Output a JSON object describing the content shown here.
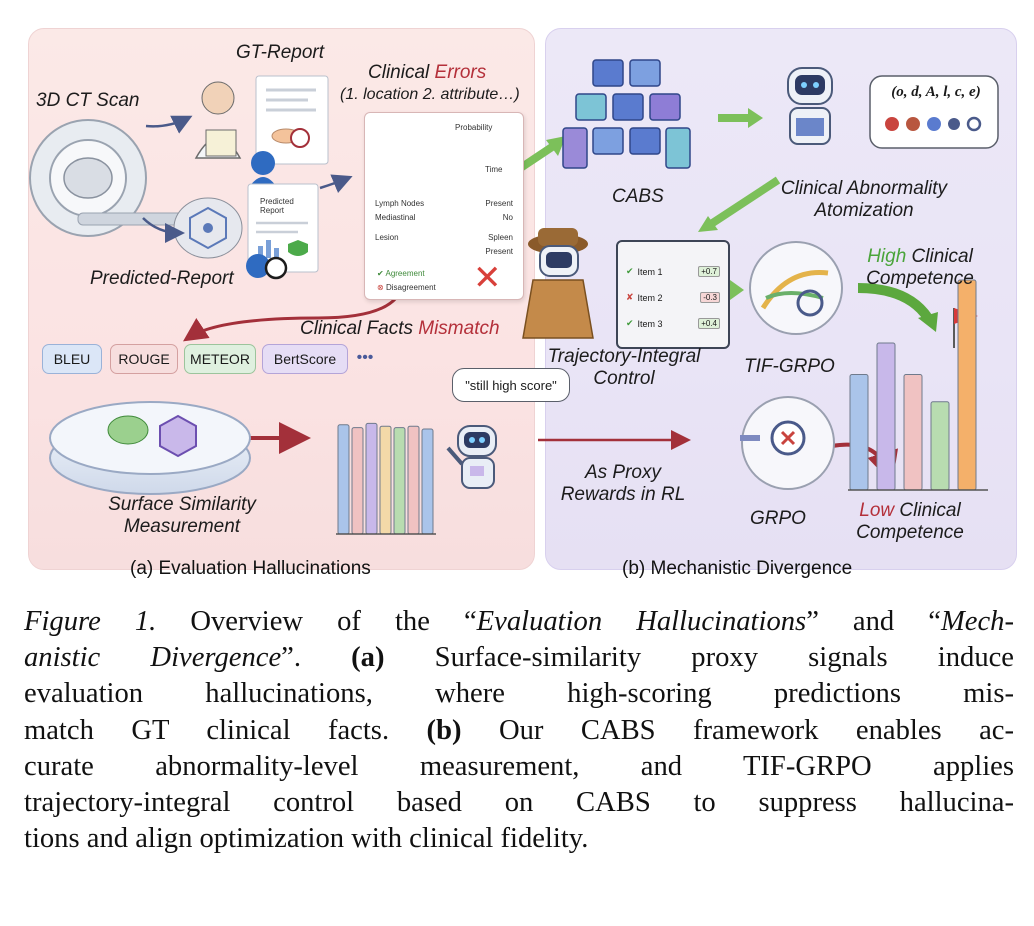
{
  "panel_a": {
    "label_ct_scan": "3D CT Scan",
    "label_gt_report": "GT-Report",
    "label_predicted_report": "Predicted-Report",
    "label_clinical": "Clinical ",
    "label_errors": "Errors",
    "label_errors_sub": "(1. location 2. attribute…)",
    "label_facts": "Clinical Facts ",
    "label_mismatch": "Mismatch",
    "label_surface": "Surface Similarity",
    "label_measurement": "Measurement",
    "predicted_doc_title_1": "Predicted",
    "predicted_doc_title_2": "Report",
    "table_probability": "Probability",
    "table_time": "Time",
    "table_rows": [
      {
        "k": "Lymph Nodes",
        "v": "Present"
      },
      {
        "k": "Mediastinal",
        "v": "No"
      },
      {
        "k": "Lesion",
        "v": "Spleen"
      },
      {
        "k": "",
        "v": "Present"
      }
    ],
    "table_agreement": "Agreement",
    "table_disagreement": "Disagreement",
    "metrics": [
      {
        "label": "BLEU",
        "color": "#dbe6f7"
      },
      {
        "label": "ROUGE",
        "color": "#f7dede"
      },
      {
        "label": "METEOR",
        "color": "#dff0df"
      },
      {
        "label": "BertScore",
        "color": "#e6ddf5"
      }
    ],
    "metrics_more": "•••",
    "bubble_text": "\"still high score\"",
    "bar_values": [
      0.78,
      0.76,
      0.79,
      0.77,
      0.76,
      0.77,
      0.75
    ],
    "bar_colors": [
      "#aac4ea",
      "#f0c2c2",
      "#c8b8ea",
      "#f3d9a8",
      "#b8dcb0",
      "#f0c2c2",
      "#aac4ea"
    ]
  },
  "panel_b": {
    "label_cabs": "CABS",
    "label_atomization_1": "Clinical Abnormality",
    "label_atomization_2": "Atomization",
    "tuple_text": "(o, d, A, l, c, e)",
    "label_trajectory_1": "Trajectory-Integral",
    "label_trajectory_2": "Control",
    "label_tif": "TIF-GRPO",
    "label_grpo": "GRPO",
    "label_high": "High",
    "label_high_rest": " Clinical",
    "label_competence": "Competence",
    "label_low": "Low",
    "label_low_rest": " Clinical",
    "label_competence_2": "Competence",
    "label_proxy_1": "As Proxy",
    "label_proxy_2": "Rewards in RL",
    "checklist": [
      {
        "item": "Item 1",
        "val": "+0.7",
        "ok": true
      },
      {
        "item": "Item 2",
        "val": "-0.3",
        "ok": false
      },
      {
        "item": "Item 3",
        "val": "+0.4",
        "ok": true
      }
    ],
    "bar_values": [
      0.55,
      0.7,
      0.55,
      0.42,
      1.0
    ],
    "bar_colors": [
      "#aac4ea",
      "#c8b8ea",
      "#f0c2c2",
      "#b8dcb0",
      "#f4b06a"
    ]
  },
  "subcaptions": {
    "a": "(a) Evaluation Hallucinations",
    "b": "(b) Mechanistic Divergence"
  },
  "caption": {
    "fig_label": "Figure 1.",
    "l1_a": " Overview of the “",
    "l1_b": "Evaluation Hallucinations",
    "l1_c": "” and “",
    "l1_d": "Mech-",
    "l2_a": "anistic Divergence",
    "l2_b": "”. ",
    "l2_c": "(a)",
    "l2_d": " Surface-similarity proxy signals induce",
    "l3": "evaluation hallucinations, where high-scoring predictions mis-",
    "l4_a": "match GT clinical facts. ",
    "l4_b": "(b)",
    "l4_c": " Our CABS framework enables ac-",
    "l5": "curate abnormality-level measurement, and TIF-GRPO applies",
    "l6": "trajectory-integral control based on CABS to suppress hallucina-",
    "l7": "tions and align optimization with clinical fidelity."
  }
}
